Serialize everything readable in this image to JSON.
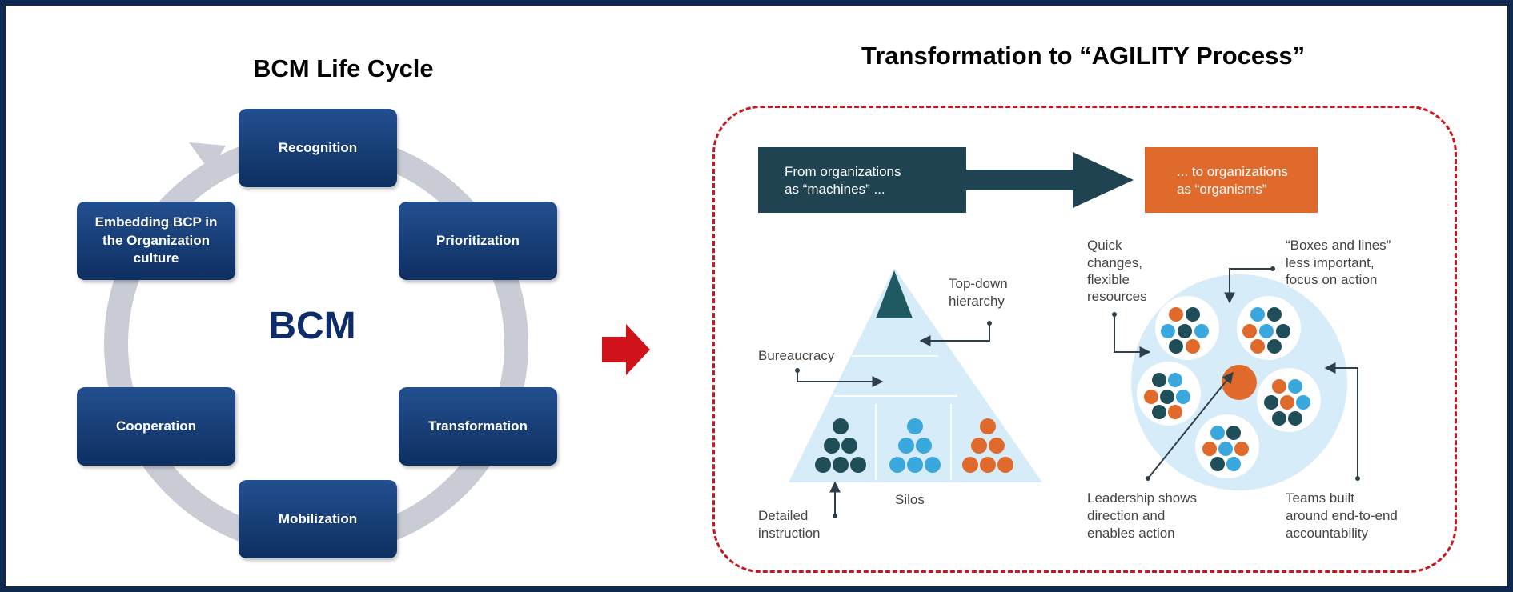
{
  "left_title": "BCM Life Cycle",
  "center_label": "BCM",
  "nodes": {
    "recognition": "Recognition",
    "prioritization": "Prioritization",
    "transformation": "Transformation",
    "mobilization": "Mobilization",
    "cooperation": "Cooperation",
    "embedding": "Embedding BCP in the Organization culture"
  },
  "right_title": "Transformation to “AGILITY Process”",
  "agility": {
    "from_box_line1": "From organizations",
    "from_box_line2": "as “machines” ...",
    "to_box_line1": "... to organizations",
    "to_box_line2": "as “organisms”",
    "top_down_line1": "Top-down",
    "top_down_line2": "hierarchy",
    "bureaucracy": "Bureaucracy",
    "detailed_line1": "Detailed",
    "detailed_line2": "instruction",
    "silos": "Silos",
    "quick_line1": "Quick",
    "quick_line2": "changes,",
    "quick_line3": "flexible",
    "quick_line4": "resources",
    "boxes_line1": "“Boxes and lines”",
    "boxes_line2": "less important,",
    "boxes_line3": "focus on action",
    "leadership_line1": "Leadership shows",
    "leadership_line2": "direction and",
    "leadership_line3": "enables action",
    "teams_line1": "Teams built",
    "teams_line2": "around end-to-end",
    "teams_line3": "accountability"
  },
  "colors": {
    "frame": "#0e2850",
    "node_blue": "#123a75",
    "dashed_red": "#c8161e",
    "arrow_red": "#d0121b",
    "dark_teal": "#1f4e58",
    "light_blue": "#3aa7dd",
    "orange": "#e06a2b",
    "pale_blue": "#d6ecf8"
  }
}
